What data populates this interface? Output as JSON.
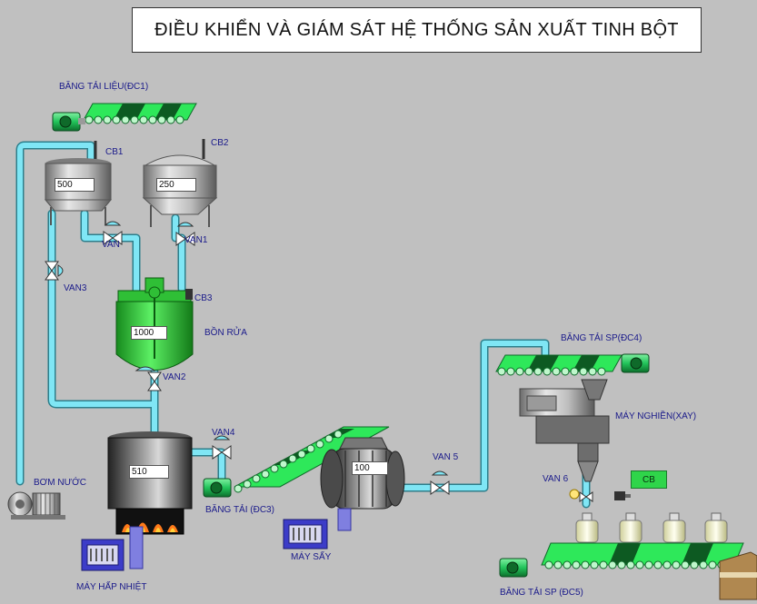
{
  "header": {
    "title": "ĐIỀU KHIỂN VÀ GIÁM SÁT HỆ THỐNG SẢN XUẤT TINH BỘT"
  },
  "labels": {
    "conveyor_raw": "BĂNG TẢI LIỆU(ĐC1)",
    "cb1": "CB1",
    "cb2": "CB2",
    "cb3": "CB3",
    "van": "VAN",
    "van1": "VAN1",
    "van2": "VAN2",
    "van3": "VAN3",
    "van4": "VAN4",
    "van5": "VAN 5",
    "van6": "VAN 6",
    "washing_tank": "BỒN RỬA",
    "pump": "BƠM NƯỚC",
    "conveyor_dc3": "BĂNG TẢI (ĐC3)",
    "steamer": "MÁY HẤP NHIỆT",
    "dryer": "MÁY SẤY",
    "conveyor_product": "BĂNG TẢI SP(ĐC4)",
    "grinder": "MÁY NGHIỀN(XAY)",
    "conveyor_dc5": "BĂNG TẢI SP (ĐC5)"
  },
  "values": {
    "tank1": "500",
    "tank2": "250",
    "washing_tank": "1000",
    "cooker": "510",
    "dryer": "100"
  },
  "buttons": {
    "cb": "CB"
  },
  "colors": {
    "background": "#c0c0c0",
    "pipe": "#7fe6f5",
    "conveyor": "#2ee85a",
    "motor": "#22c45a",
    "tank_green": "#35d93f",
    "label": "#1a1a8a"
  }
}
